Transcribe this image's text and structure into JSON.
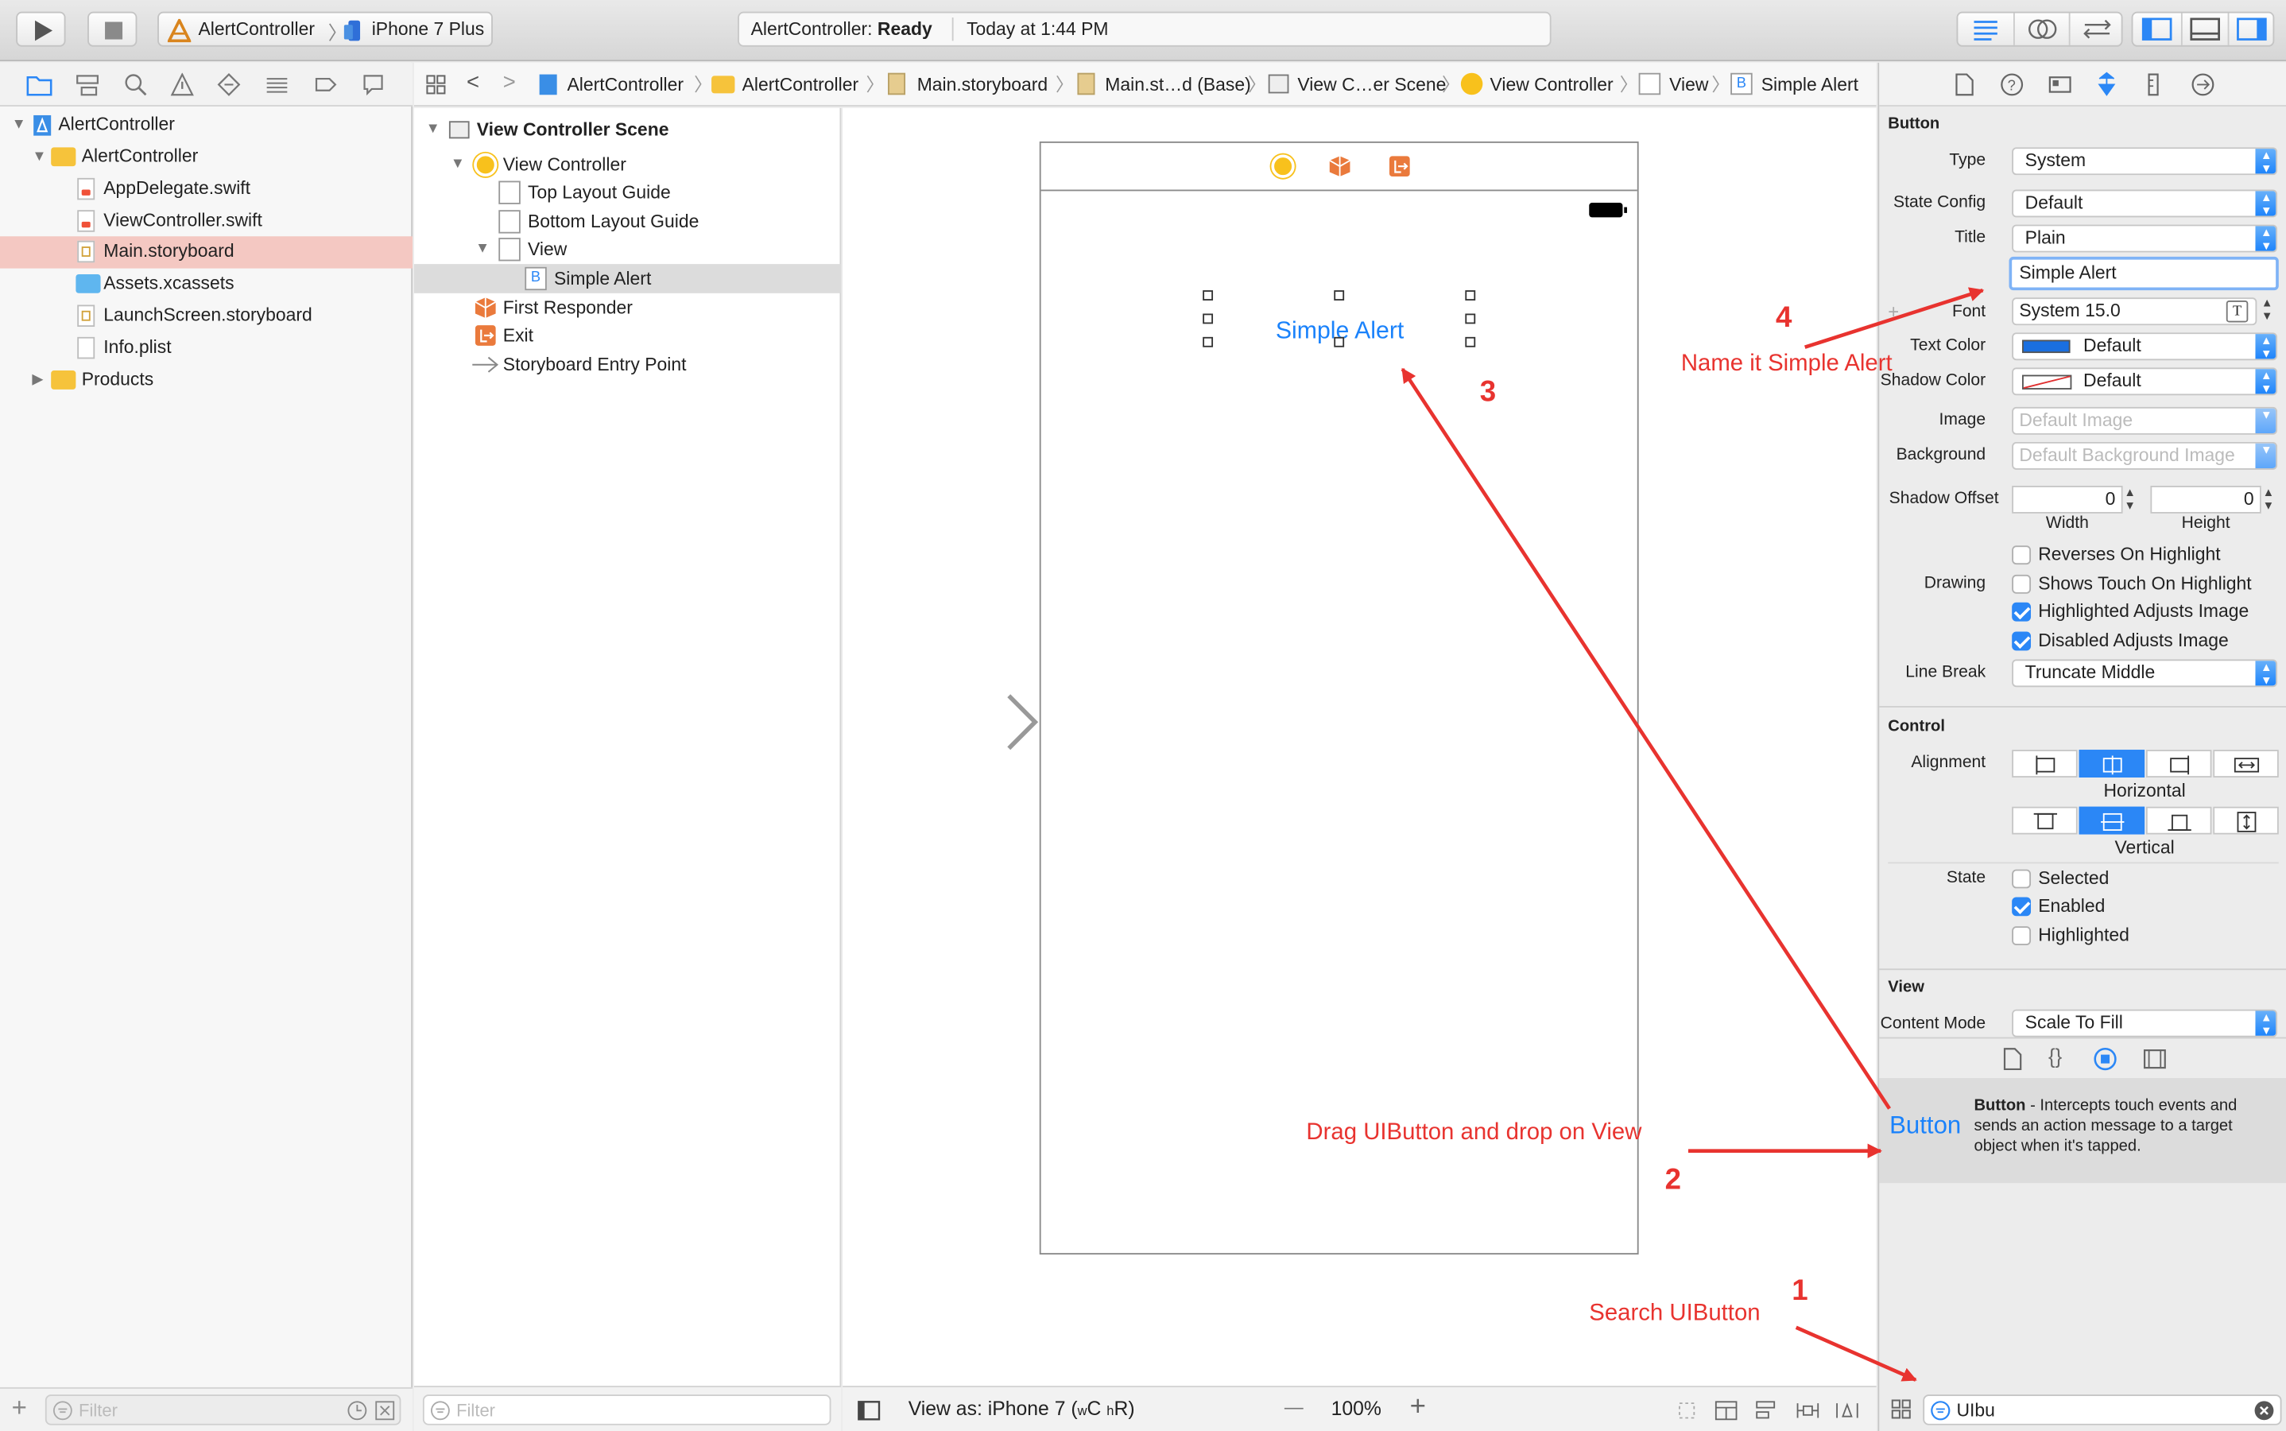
{
  "toolbar": {
    "scheme": "AlertController",
    "device": "iPhone 7 Plus",
    "status_project": "AlertController: ",
    "status_state": "Ready",
    "status_time": "Today at 1:44 PM"
  },
  "navigator": {
    "items": [
      {
        "label": "AlertController",
        "kind": "project"
      },
      {
        "label": "AlertController",
        "kind": "folder"
      },
      {
        "label": "AppDelegate.swift",
        "kind": "swift"
      },
      {
        "label": "ViewController.swift",
        "kind": "swift"
      },
      {
        "label": "Main.storyboard",
        "kind": "storyboard",
        "selected": true
      },
      {
        "label": "Assets.xcassets",
        "kind": "assets"
      },
      {
        "label": "LaunchScreen.storyboard",
        "kind": "storyboard"
      },
      {
        "label": "Info.plist",
        "kind": "plist"
      },
      {
        "label": "Products",
        "kind": "folder"
      }
    ],
    "filter_placeholder": "Filter"
  },
  "jumpbar": {
    "crumbs": [
      "AlertController",
      "AlertController",
      "Main.storyboard",
      "Main.st…d (Base)",
      "View C…er Scene",
      "View Controller",
      "View",
      "Simple Alert"
    ]
  },
  "outline": {
    "items": [
      {
        "label": "View Controller Scene",
        "bold": true
      },
      {
        "label": "View Controller"
      },
      {
        "label": "Top Layout Guide"
      },
      {
        "label": "Bottom Layout Guide"
      },
      {
        "label": "View"
      },
      {
        "label": "Simple Alert",
        "selected": true
      },
      {
        "label": "First Responder"
      },
      {
        "label": "Exit"
      },
      {
        "label": "Storyboard Entry Point"
      }
    ],
    "filter_placeholder": "Filter"
  },
  "canvas": {
    "button_title": "Simple Alert",
    "view_as": "View as: iPhone 7 (",
    "view_as_w": "w",
    "view_as_c": "C ",
    "view_as_h": "h",
    "view_as_r": "R)",
    "zoom": "100%",
    "zoom_minus": "—",
    "zoom_plus": "+"
  },
  "inspector": {
    "button_section": "Button",
    "type_label": "Type",
    "type_value": "System",
    "state_config_label": "State Config",
    "state_config_value": "Default",
    "title_label": "Title",
    "title_value": "Plain",
    "title_text": "Simple Alert",
    "font_label": "Font",
    "font_value": "System 15.0",
    "text_color_label": "Text Color",
    "text_color_value": "Default",
    "text_color_swatch": "#1a6fe0",
    "shadow_color_label": "Shadow Color",
    "shadow_color_value": "Default",
    "image_label": "Image",
    "image_placeholder": "Default Image",
    "background_label": "Background",
    "background_placeholder": "Default Background Image",
    "shadow_offset_label": "Shadow Offset",
    "shadow_w": "0",
    "shadow_h": "0",
    "width_label": "Width",
    "height_label": "Height",
    "drawing_label": "Drawing",
    "drawing_options": [
      {
        "label": "Reverses On Highlight",
        "checked": false
      },
      {
        "label": "Shows Touch On Highlight",
        "checked": false
      },
      {
        "label": "Highlighted Adjusts Image",
        "checked": true
      },
      {
        "label": "Disabled Adjusts Image",
        "checked": true
      }
    ],
    "line_break_label": "Line Break",
    "line_break_value": "Truncate Middle",
    "control_section": "Control",
    "alignment_label": "Alignment",
    "horizontal_label": "Horizontal",
    "vertical_label": "Vertical",
    "state_label": "State",
    "state_options": [
      {
        "label": "Selected",
        "checked": false
      },
      {
        "label": "Enabled",
        "checked": true
      },
      {
        "label": "Highlighted",
        "checked": false
      }
    ],
    "view_section": "View",
    "content_mode_label": "Content Mode",
    "content_mode_value": "Scale To Fill"
  },
  "library": {
    "item_name": "Button",
    "item_title": "Button",
    "item_desc": " - Intercepts touch events and sends an action message to a target object when it's tapped.",
    "search_value": "UIbu"
  },
  "annotations": {
    "a1_num": "1",
    "a1_text": "Search UIButton",
    "a2_num": "2",
    "a2_text": "Drag UIButton and drop on View",
    "a3_num": "3",
    "a4_num": "4",
    "a4_text": "Name it Simple Alert",
    "color": "#e8332f"
  },
  "colors": {
    "accent": "#2b87f6",
    "link_blue": "#1a82fb",
    "nav_selected": "#f4c8c2"
  }
}
